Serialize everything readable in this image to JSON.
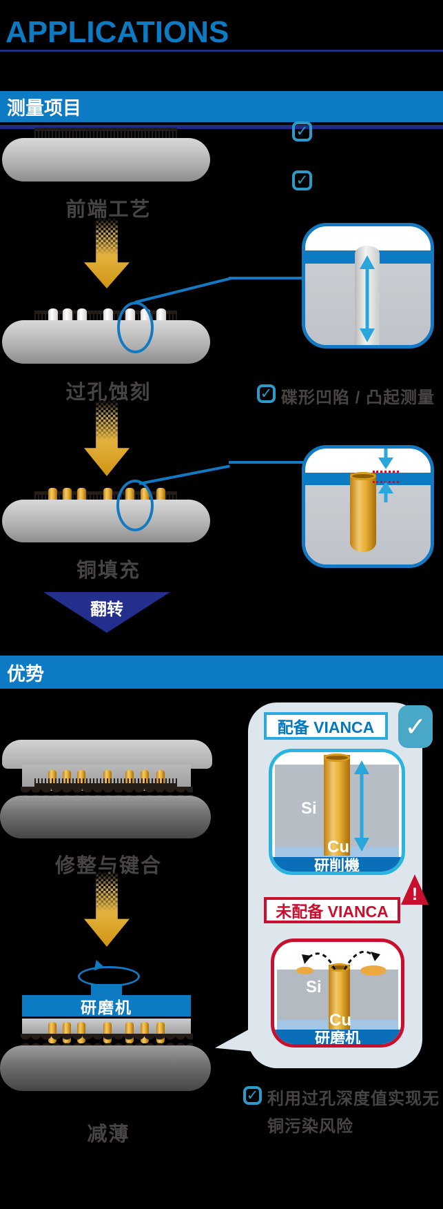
{
  "title": "APPLICATIONS",
  "section1": {
    "header": "测量项目"
  },
  "section2": {
    "header": "优势"
  },
  "steps": {
    "step1": "前端工艺",
    "step2": "过孔蚀刻",
    "step3": "铜填充",
    "step4": "修整与键合",
    "step5": "减薄"
  },
  "flip_label": "翻转",
  "grinder_plate": "研磨机",
  "checklist": {
    "check_glyph": "✓",
    "dishing_label": "碟形凹陷 / 凸起测量",
    "copper_risk_line1": "利用过孔深度值实现无",
    "copper_risk_line2": "铜污染风险"
  },
  "panel": {
    "with_vianca_label": "配备 VIANCA",
    "without_vianca_label": "未配备 VIANCA",
    "warning_glyph": "!",
    "grinder_box1": {
      "si": "Si",
      "cu": "Cu",
      "machine": "研削機"
    },
    "grinder_box2": {
      "si": "Si",
      "cu": "Cu",
      "machine": "研磨机"
    }
  },
  "colors": {
    "primary_blue": "#0d7ac4",
    "navy": "#1e2c83",
    "callout_blue": "#1279c2",
    "checkbox_cyan": "#2b9cc9",
    "badge_blue": "#49a8c8",
    "cyan_border": "#29b5e0",
    "alert_red": "#c8102e",
    "gold_arrow": "#cf9414",
    "copper": "#e7af33",
    "flip_navy": "#242e8d",
    "label_gray": "#474443",
    "panel_bg": "#dde6ec"
  }
}
